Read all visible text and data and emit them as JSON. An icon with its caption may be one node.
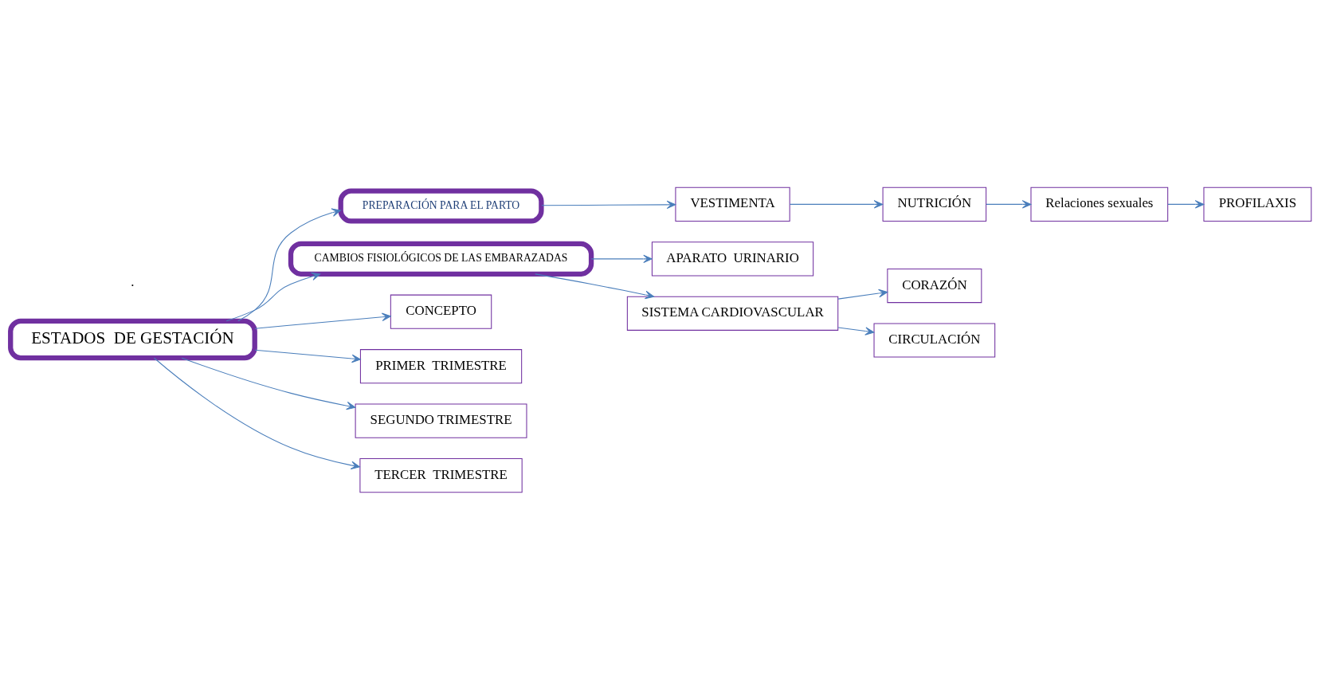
{
  "diagram": {
    "nodes": [
      {
        "text": [
          "PREPARACIÓN PARA EL PARTO"
        ]
      },
      {
        "text": [
          "VESTIMENTA"
        ]
      },
      {
        "text": [
          "NUTRICIÓN"
        ]
      },
      {
        "text": [
          "Relaciones sexuales"
        ]
      },
      {
        "text": [
          "PROFILAXIS"
        ]
      },
      {
        "text": [
          "ESTADOS  DE GESTACIÓN"
        ]
      },
      {
        "text": [
          "CAMBIOS FISIOLÓGICOS DE LAS EMBARAZADAS"
        ]
      },
      {
        "text": [
          "APARATO  URINARIO"
        ]
      },
      {
        "text": [
          "CORAZÓN"
        ]
      },
      {
        "text": [
          "SISTEMA CARDIOVASCULAR"
        ]
      },
      {
        "text": [
          "CONCEPTO"
        ]
      },
      {
        "text": [
          "PRIMER  TRIMESTRE"
        ]
      },
      {
        "text": [
          "SEGUNDO TRIMESTRE"
        ]
      },
      {
        "text": [
          "CIRCULACIÓN"
        ]
      },
      {
        "text": [
          "TERCER  TRIMESTRE"
        ]
      }
    ],
    "edges": [
      {
        "from": 5,
        "to": 0,
        "arrow": "to"
      },
      {
        "from": 0,
        "to": 1,
        "arrow": "to"
      },
      {
        "from": 1,
        "to": 2,
        "arrow": "to"
      },
      {
        "from": 2,
        "to": 3,
        "arrow": "to"
      },
      {
        "from": 3,
        "to": 4,
        "arrow": "to"
      },
      {
        "from": 5,
        "to": 6,
        "arrow": "to"
      },
      {
        "from": 6,
        "to": 7,
        "arrow": "to"
      },
      {
        "from": 6,
        "to": 9,
        "arrow": "to"
      },
      {
        "from": 9,
        "to": 8,
        "arrow": "to"
      },
      {
        "from": 9,
        "to": 13,
        "arrow": "to"
      },
      {
        "from": 5,
        "to": 10,
        "arrow": "to"
      },
      {
        "from": 5,
        "to": 11,
        "arrow": "to"
      },
      {
        "from": 5,
        "to": 12,
        "arrow": "to"
      },
      {
        "from": 5,
        "to": 14,
        "arrow": "to"
      }
    ],
    "labels": [
      "."
    ]
  }
}
